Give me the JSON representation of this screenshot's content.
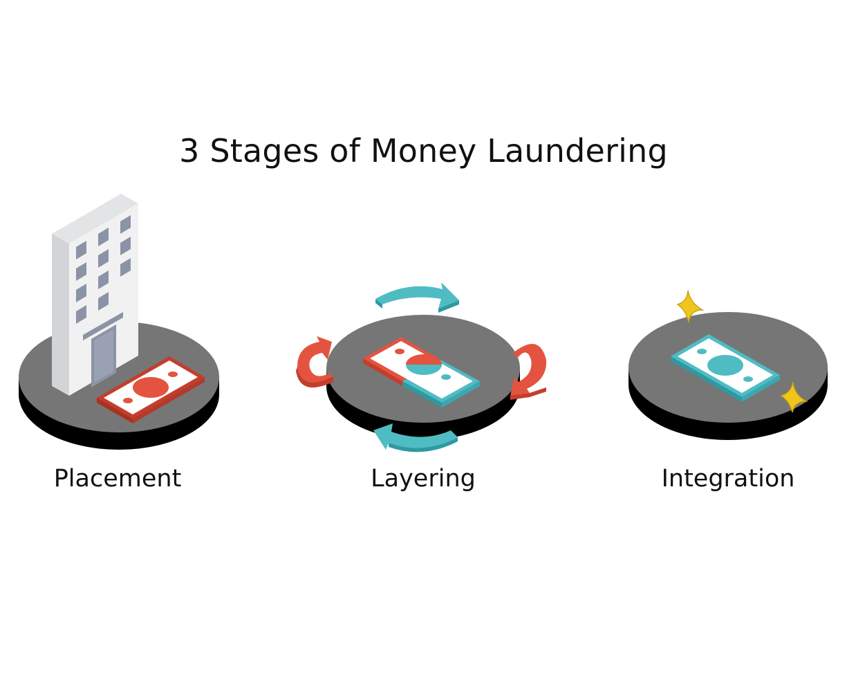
{
  "title": "3 Stages of Money Laundering",
  "stages": [
    {
      "label": "Placement",
      "icons": [
        "building-icon",
        "red-banknote-icon"
      ]
    },
    {
      "label": "Layering",
      "icons": [
        "red-cyan-banknote-icon",
        "cycle-arrows-icon"
      ]
    },
    {
      "label": "Integration",
      "icons": [
        "cyan-banknote-icon",
        "sparkle-icon"
      ]
    }
  ],
  "colors": {
    "platform_top": "#767676",
    "platform_side": "#000000",
    "red": "#e4533f",
    "red_dark": "#c43e2d",
    "cyan": "#4fbcc3",
    "cyan_dark": "#2d9aa2",
    "building_light": "#f0f0f1",
    "building_dark": "#cfd1d4",
    "window": "#8b93a6",
    "sparkle": "#f1c61c"
  }
}
